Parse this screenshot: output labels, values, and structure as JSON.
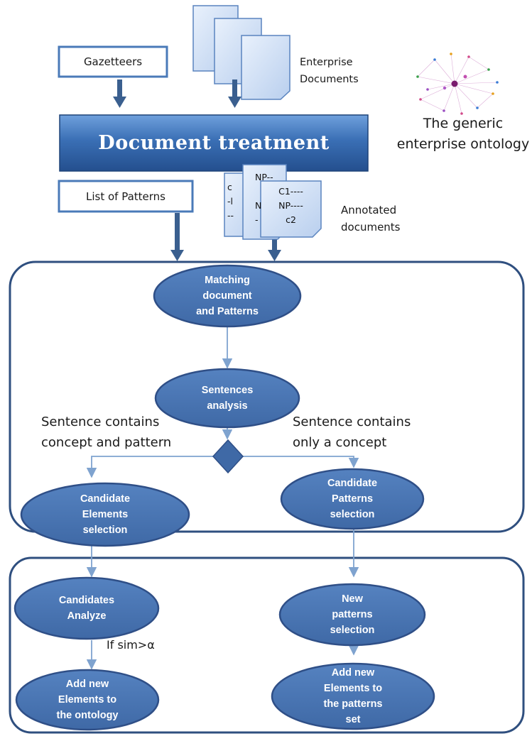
{
  "inputs": {
    "gazetteers": "Gazetteers",
    "patterns_list": "List of Patterns",
    "enterprise_docs": "Enterprise\nDocuments",
    "ontology": "The generic\nenterprise ontology"
  },
  "treatment": {
    "label": "Document  treatment"
  },
  "annotated": {
    "label": "Annotated\ndocuments",
    "sheet_back": "c\n-l\n--",
    "sheet_mid": "NP--\n\nN\n-",
    "sheet_front": "C1----\nNP----\nc2"
  },
  "process": {
    "matching": "Matching\ndocument\nand Patterns",
    "sentences": "Sentences\nanalysis",
    "branch_left": "Sentence contains\nconcept and pattern",
    "branch_right": "Sentence contains\nonly  a concept",
    "candidate_elements": "Candidate\nElements\nselection",
    "candidate_patterns": "Candidate\nPatterns\nselection"
  },
  "output": {
    "candidates_analyze": "Candidates\nAnalyze",
    "condition": "If sim>α",
    "add_ontology": "Add new\nElements to\nthe ontology",
    "new_patterns": "New\npatterns\nselection",
    "add_patterns": "Add new\nElements to\nthe patterns\nset"
  },
  "colors": {
    "node_fill": "#4a76b4",
    "node_stroke": "#2f4f87",
    "container_stroke": "#2f4f7f",
    "arrow_dark": "#3a5f8f",
    "arrow_light": "#7fa3cf"
  }
}
